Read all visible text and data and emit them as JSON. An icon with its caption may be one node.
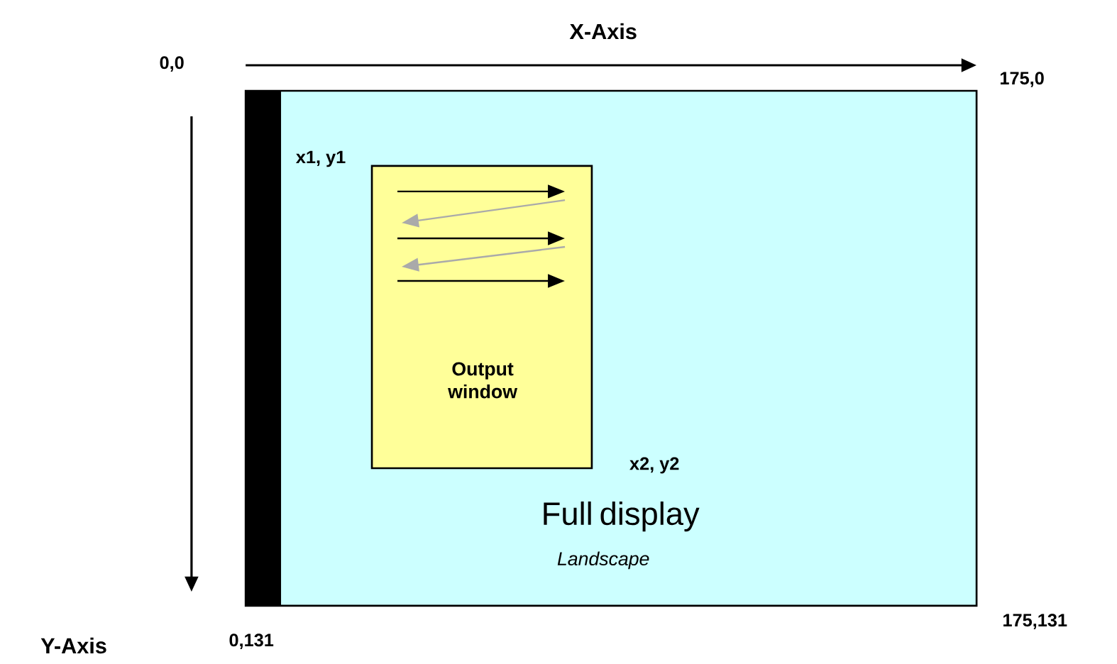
{
  "diagram": {
    "nodes": [
      {
        "text": [
          "Full display",
          "Landscape"
        ]
      },
      {
        "text": [
          "Output window"
        ],
        "in": 0
      }
    ],
    "labels": [
      "X-Axis",
      "0,0",
      "175,0",
      "x1, y1",
      "x2, y2",
      "Y-Axis",
      "0,131",
      "175,131"
    ]
  }
}
